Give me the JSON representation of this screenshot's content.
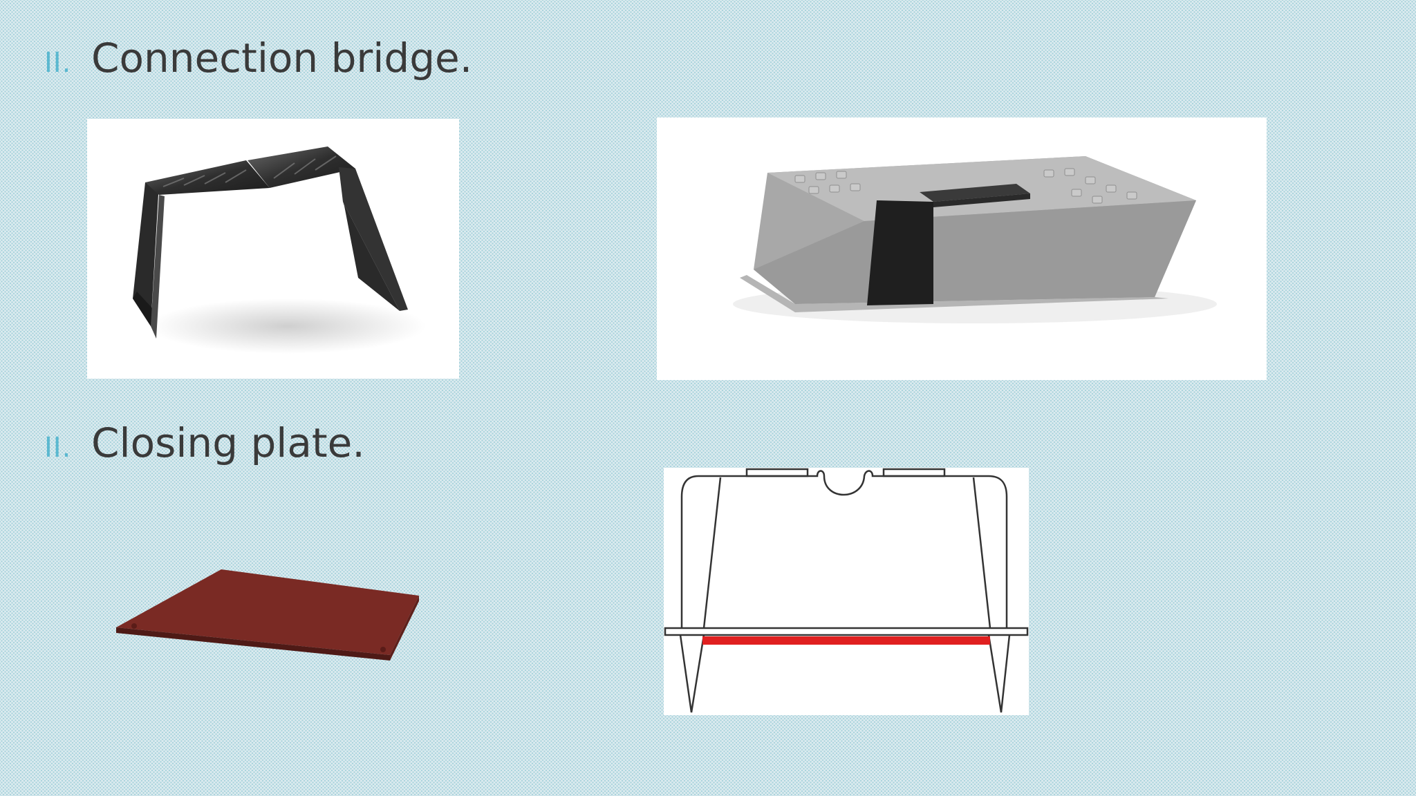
{
  "sections": [
    {
      "bullet": "II.",
      "title": "Connection bridge."
    },
    {
      "bullet": "II.",
      "title": "Closing plate."
    }
  ],
  "colors": {
    "bullet": "#5ab8d0",
    "heading_text": "#3a3a3a",
    "closing_plate": "#7a2a24",
    "highlight_red": "#e02020"
  }
}
